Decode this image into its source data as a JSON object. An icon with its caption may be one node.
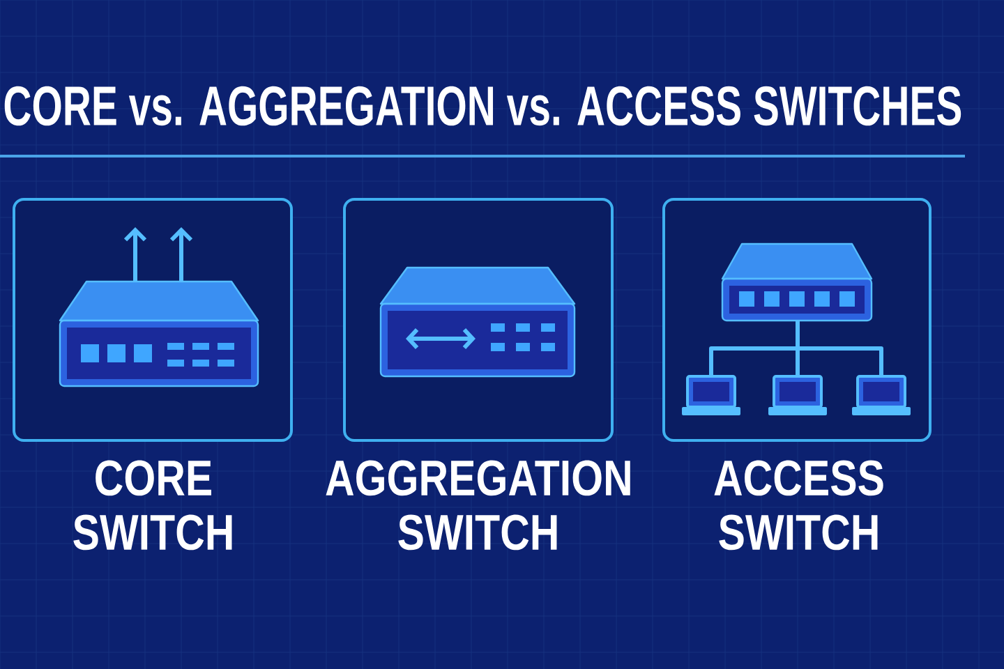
{
  "diagram": {
    "title": "CORE vs. AGGREGATION vs. ACCESS SWITCHES",
    "nodes": [
      {
        "text": [
          "CORE SWITCH"
        ]
      },
      {
        "text": [
          "AGGREGATION SWITCH"
        ]
      },
      {
        "text": [
          "ACCESS SWITCH"
        ]
      }
    ]
  }
}
